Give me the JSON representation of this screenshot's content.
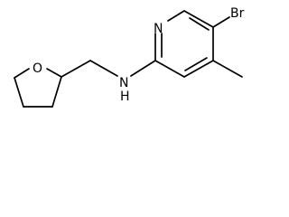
{
  "molecule": {
    "atoms": {
      "nitrogen_ring": "N",
      "bromine": "Br",
      "oxygen": "O",
      "amine": "N",
      "amine_hydrogen": "H"
    }
  }
}
